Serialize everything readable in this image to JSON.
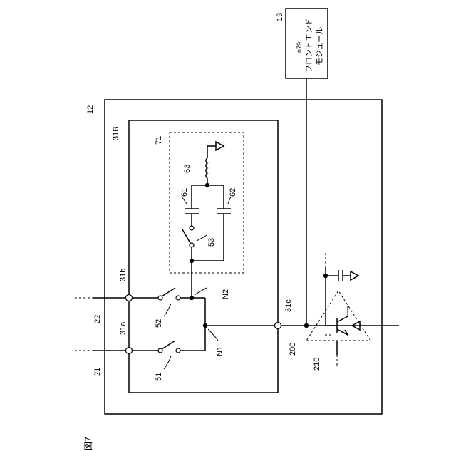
{
  "figure": {
    "label": "図7"
  },
  "module": {
    "ref": "12",
    "switch_block_ref": "31B",
    "matching_circuit_ref": "71",
    "terminals": {
      "a": "31a",
      "b": "31b",
      "c": "31c"
    },
    "switches": {
      "s1": "51",
      "s2": "52",
      "s3": "53"
    },
    "capacitors": {
      "c1": "61",
      "c2": "62"
    },
    "inductor": "63",
    "nodes": {
      "n1": "N1",
      "n2": "N2"
    }
  },
  "lines": {
    "l1": "21",
    "l2": "22",
    "l200": "200",
    "l210": "210"
  },
  "front_end": {
    "ref": "13",
    "line1": "n79",
    "line2": "フロントエンド",
    "line3": "モジュール"
  }
}
